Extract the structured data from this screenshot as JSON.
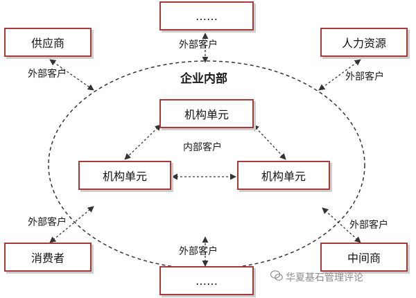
{
  "diagram": {
    "title": "企业内部",
    "internal_label": "内部客户",
    "external_label": "外部客户",
    "nodes": {
      "top": "……",
      "supplier": "供应商",
      "hr": "人力资源",
      "unit_top": "机构单元",
      "unit_left": "机构单元",
      "unit_right": "机构单元",
      "consumer": "消费者",
      "middleman": "中间商",
      "bottom": "……"
    }
  },
  "watermark": {
    "text": "华夏基石管理评论",
    "icon": "wechat-icon"
  },
  "colors": {
    "box_border": "#a8393b",
    "line": "#333333",
    "watermark": "#8c8c8c"
  }
}
